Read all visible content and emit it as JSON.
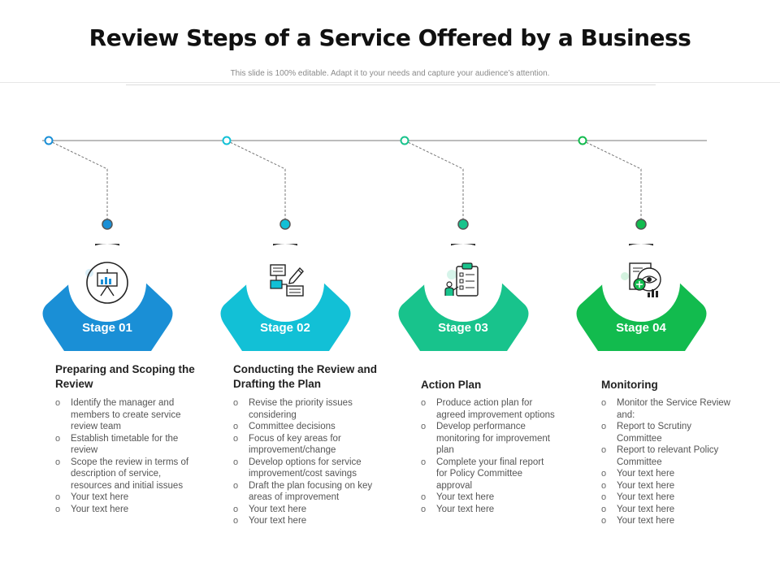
{
  "title": "Review Steps of a Service Offered by a Business",
  "subtitle": "This slide is 100% editable. Adapt it to your needs and capture your audience’s attention.",
  "colors": {
    "stage1": "#1a8fd6",
    "stage2": "#12c0d6",
    "stage3": "#18c38c",
    "stage4": "#12bb4e",
    "timeline": "#7a7a7a"
  },
  "stages": [
    {
      "label": "Stage 01",
      "icon": "presentation-board-icon",
      "heading": "Preparing and Scoping the Review",
      "items": [
        "Identify the manager and members to create service review team",
        "Establish timetable for the review",
        "Scope the review in terms of description of service, resources and initial issues",
        "Your text here",
        "Your text here"
      ]
    },
    {
      "label": "Stage 02",
      "icon": "document-flow-pencil-icon",
      "heading": "Conducting the Review and Drafting the Plan",
      "items": [
        "Revise the priority issues considering",
        "Committee decisions",
        "Focus of key areas for improvement/change",
        "Develop options for service improvement/cost savings",
        "Draft the plan focusing on key areas of improvement",
        "Your text here",
        "Your text here"
      ]
    },
    {
      "label": "Stage 03",
      "icon": "checklist-person-icon",
      "heading": "Action Plan",
      "items": [
        "Produce action plan for agreed improvement options",
        "Develop performance monitoring for improvement plan",
        "Complete your final report for Policy Committee approval",
        "Your text here",
        "Your text here"
      ]
    },
    {
      "label": "Stage 04",
      "icon": "monitoring-report-icon",
      "heading": "Monitoring",
      "items": [
        "Monitor the Service Review and:",
        "Report to Scrutiny Committee",
        "Report to relevant Policy Committee",
        "Your text here",
        "Your text here",
        "Your text here",
        "Your text here",
        "Your text here"
      ]
    }
  ]
}
